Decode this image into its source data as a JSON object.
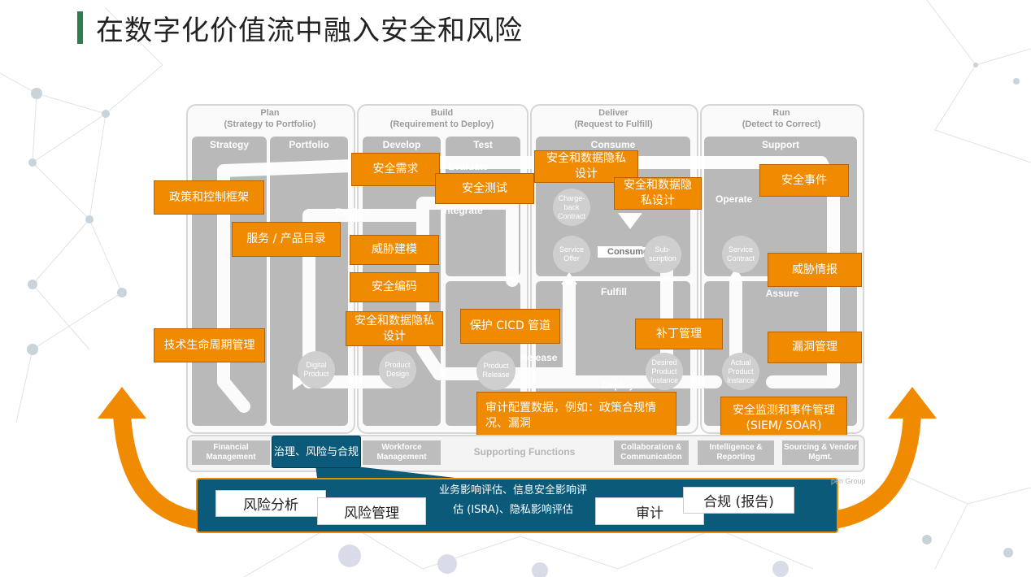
{
  "title": "在数字化价值流中融入安全和风险",
  "columns": [
    {
      "name": "Plan",
      "sub": "(Strategy to Portfolio)"
    },
    {
      "name": "Build",
      "sub": "(Requirement to Deploy)"
    },
    {
      "name": "Deliver",
      "sub": "(Request to Fulfill)"
    },
    {
      "name": "Run",
      "sub": "(Detect to Correct)"
    }
  ],
  "lanes": {
    "strategy": "Strategy",
    "portfolio": "Portfolio",
    "develop": "Develop",
    "test": "Test",
    "consume": "Consume",
    "support": "Support",
    "fulfill": "Fulfill",
    "assure": "Assure"
  },
  "flow_labels": {
    "explore": "Explore",
    "evaluate": "Evaluate",
    "integrate": "Integrate",
    "release": "Release",
    "deploy": "Deploy",
    "operate": "Operate",
    "consume": "Consume"
  },
  "nodes": {
    "digital_product": "Digital Product",
    "product_design": "Product Design",
    "product_release": "Product Release",
    "chargeback": "Charge-back Contract",
    "service_offer": "Service Offer",
    "subscription": "Sub-scription",
    "service_contract": "Service Contract",
    "desired_instance": "Desired Product Instance",
    "actual_instance": "Actual Product Instance"
  },
  "orange": {
    "policy": "政策和控制框架",
    "catalog": "服务 / 产品目录",
    "lifecycle": "技术生命周期管理",
    "sec_req": "安全需求",
    "threat_model": "威胁建模",
    "sec_coding": "安全编码",
    "privacy1": "安全和数据隐私设计",
    "sec_test": "安全测试",
    "cicd": "保护 CICD 管道",
    "privacy2": "安全和数据隐私设计",
    "privacy3": "安全和数据隐私设计",
    "audit_config": "审计配置数据，例如：政策合规情况、漏洞",
    "patch": "补丁管理",
    "incident": "安全事件",
    "threat_intel": "威胁情报",
    "vuln": "漏洞管理",
    "siem": "安全监测和事件管理 (SIEM/ SOAR)"
  },
  "supporting": {
    "title": "Supporting Functions",
    "financial": "Financial Management",
    "governance": "治理、风险与合规",
    "workforce": "Workforce Management",
    "collab": "Collaboration & Communication",
    "intel": "Intelligence & Reporting",
    "sourcing": "Sourcing & Vendor Mgmt."
  },
  "bottom": {
    "risk_analysis": "风险分析",
    "risk_mgmt": "风险管理",
    "center_line1": "业务影响评估、信息安全影响评",
    "center_line2": "估 (ISRA)、隐私影响评估",
    "audit": "审计",
    "compliance": "合规 (报告)"
  },
  "source_mark": "pen Group",
  "colors": {
    "accent": "#f08a00",
    "bar": "#0c5a7a",
    "title_bar": "#2e7d4f",
    "lane": "#b9b9b9"
  }
}
